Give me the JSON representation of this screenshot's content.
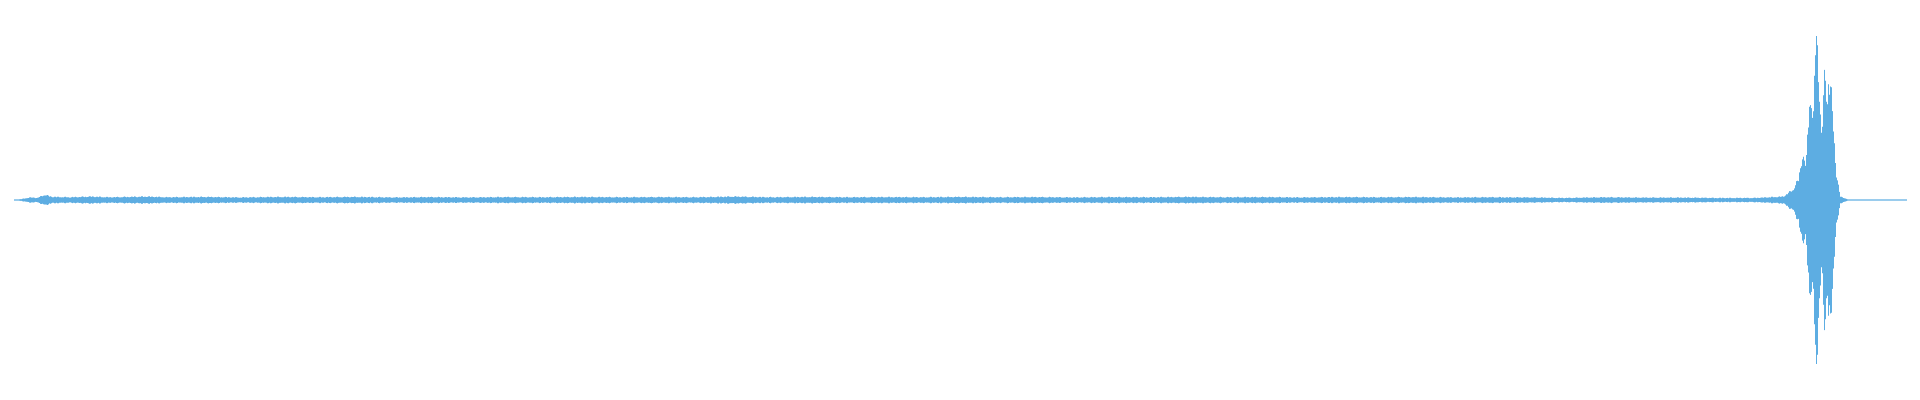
{
  "chart_data": {
    "type": "area",
    "title": "",
    "xlabel": "",
    "ylabel": "",
    "grid": false,
    "legend": "none",
    "xlim": [
      0,
      1
    ],
    "ylim": [
      -1,
      1
    ],
    "colors": {
      "waveform": "#5DADE2",
      "background": "#FFFFFF"
    },
    "series": [
      {
        "envelope": [
          [
            0.0,
            0.0
          ],
          [
            0.005,
            0.008
          ],
          [
            0.008,
            0.015
          ],
          [
            0.012,
            0.012
          ],
          [
            0.016,
            0.03
          ],
          [
            0.02,
            0.018
          ],
          [
            0.03,
            0.016
          ],
          [
            0.04,
            0.02
          ],
          [
            0.05,
            0.016
          ],
          [
            0.06,
            0.018
          ],
          [
            0.07,
            0.02
          ],
          [
            0.08,
            0.016
          ],
          [
            0.1,
            0.018
          ],
          [
            0.12,
            0.015
          ],
          [
            0.14,
            0.018
          ],
          [
            0.16,
            0.016
          ],
          [
            0.18,
            0.018
          ],
          [
            0.2,
            0.015
          ],
          [
            0.22,
            0.017
          ],
          [
            0.24,
            0.015
          ],
          [
            0.26,
            0.017
          ],
          [
            0.28,
            0.016
          ],
          [
            0.3,
            0.018
          ],
          [
            0.32,
            0.016
          ],
          [
            0.34,
            0.017
          ],
          [
            0.36,
            0.016
          ],
          [
            0.38,
            0.02
          ],
          [
            0.4,
            0.016
          ],
          [
            0.42,
            0.018
          ],
          [
            0.44,
            0.016
          ],
          [
            0.46,
            0.017
          ],
          [
            0.48,
            0.016
          ],
          [
            0.5,
            0.018
          ],
          [
            0.52,
            0.016
          ],
          [
            0.54,
            0.017
          ],
          [
            0.56,
            0.015
          ],
          [
            0.58,
            0.017
          ],
          [
            0.6,
            0.016
          ],
          [
            0.62,
            0.018
          ],
          [
            0.64,
            0.016
          ],
          [
            0.66,
            0.017
          ],
          [
            0.68,
            0.015
          ],
          [
            0.7,
            0.017
          ],
          [
            0.72,
            0.016
          ],
          [
            0.74,
            0.017
          ],
          [
            0.76,
            0.015
          ],
          [
            0.78,
            0.016
          ],
          [
            0.8,
            0.015
          ],
          [
            0.82,
            0.012
          ],
          [
            0.84,
            0.016
          ],
          [
            0.86,
            0.014
          ],
          [
            0.88,
            0.014
          ],
          [
            0.9,
            0.012
          ],
          [
            0.92,
            0.012
          ],
          [
            0.935,
            0.02
          ],
          [
            0.94,
            0.06
          ],
          [
            0.943,
            0.12
          ],
          [
            0.945,
            0.26
          ],
          [
            0.947,
            0.2
          ],
          [
            0.949,
            0.65
          ],
          [
            0.951,
            0.45
          ],
          [
            0.952,
            0.98
          ],
          [
            0.953,
            0.9
          ],
          [
            0.954,
            0.65
          ],
          [
            0.955,
            0.35
          ],
          [
            0.956,
            0.55
          ],
          [
            0.957,
            0.75
          ],
          [
            0.958,
            0.6
          ],
          [
            0.959,
            0.72
          ],
          [
            0.961,
            0.5
          ],
          [
            0.963,
            0.15
          ],
          [
            0.965,
            0.02
          ],
          [
            0.97,
            0.0
          ],
          [
            1.0,
            0.0
          ]
        ]
      }
    ]
  }
}
